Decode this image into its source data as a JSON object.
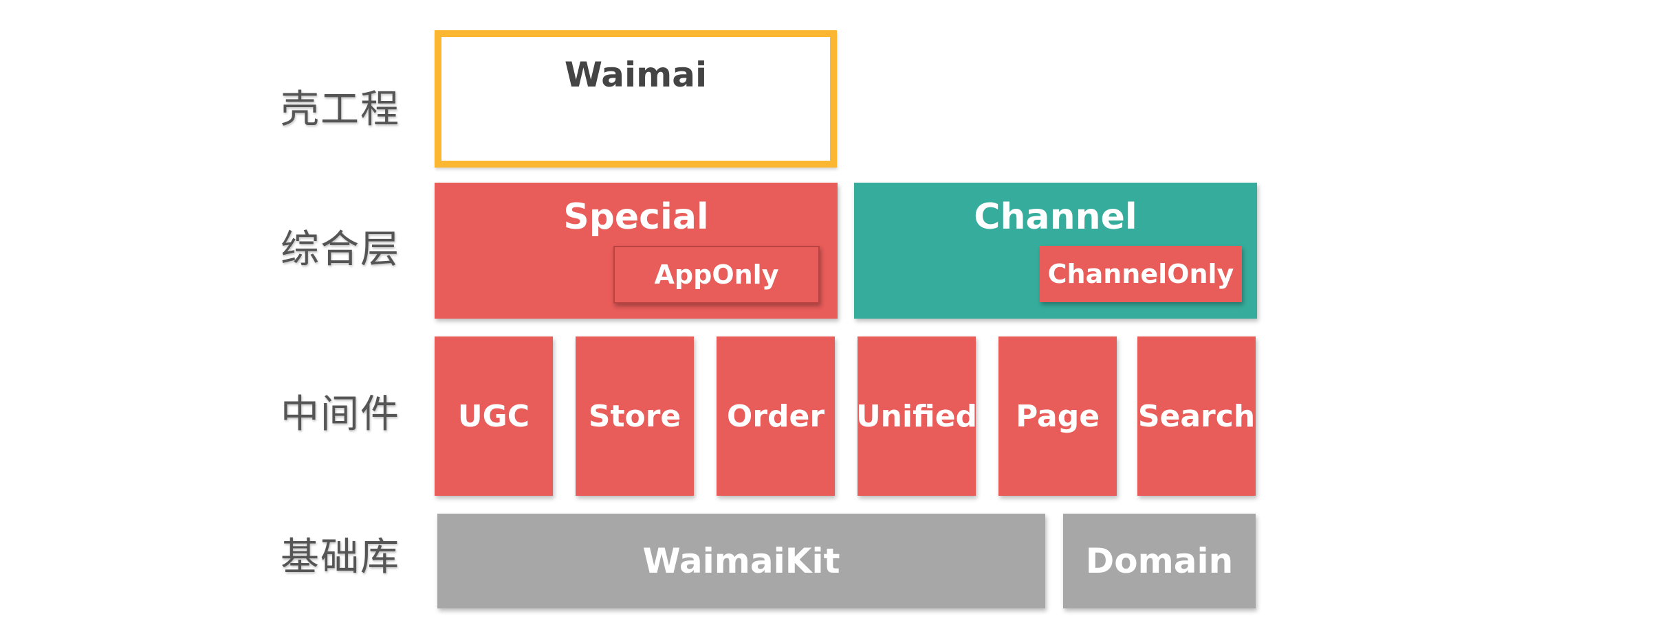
{
  "layers": {
    "shell_label": "壳工程",
    "integration_label": "综合层",
    "middleware_label": "中间件",
    "base_label": "基础库"
  },
  "shell": {
    "title": "Waimai"
  },
  "integration": {
    "special": {
      "title": "Special",
      "inner": "AppOnly"
    },
    "channel": {
      "title": "Channel",
      "inner": "ChannelOnly"
    }
  },
  "middleware": [
    "UGC",
    "Store",
    "Order",
    "Unified",
    "Page",
    "Search"
  ],
  "base": [
    "WaimaiKit",
    "Domain"
  ],
  "colors": {
    "red": "#e85c5a",
    "teal": "#36ad9c",
    "gray": "#a6a7a6",
    "yellow_border": "#fbb731"
  }
}
